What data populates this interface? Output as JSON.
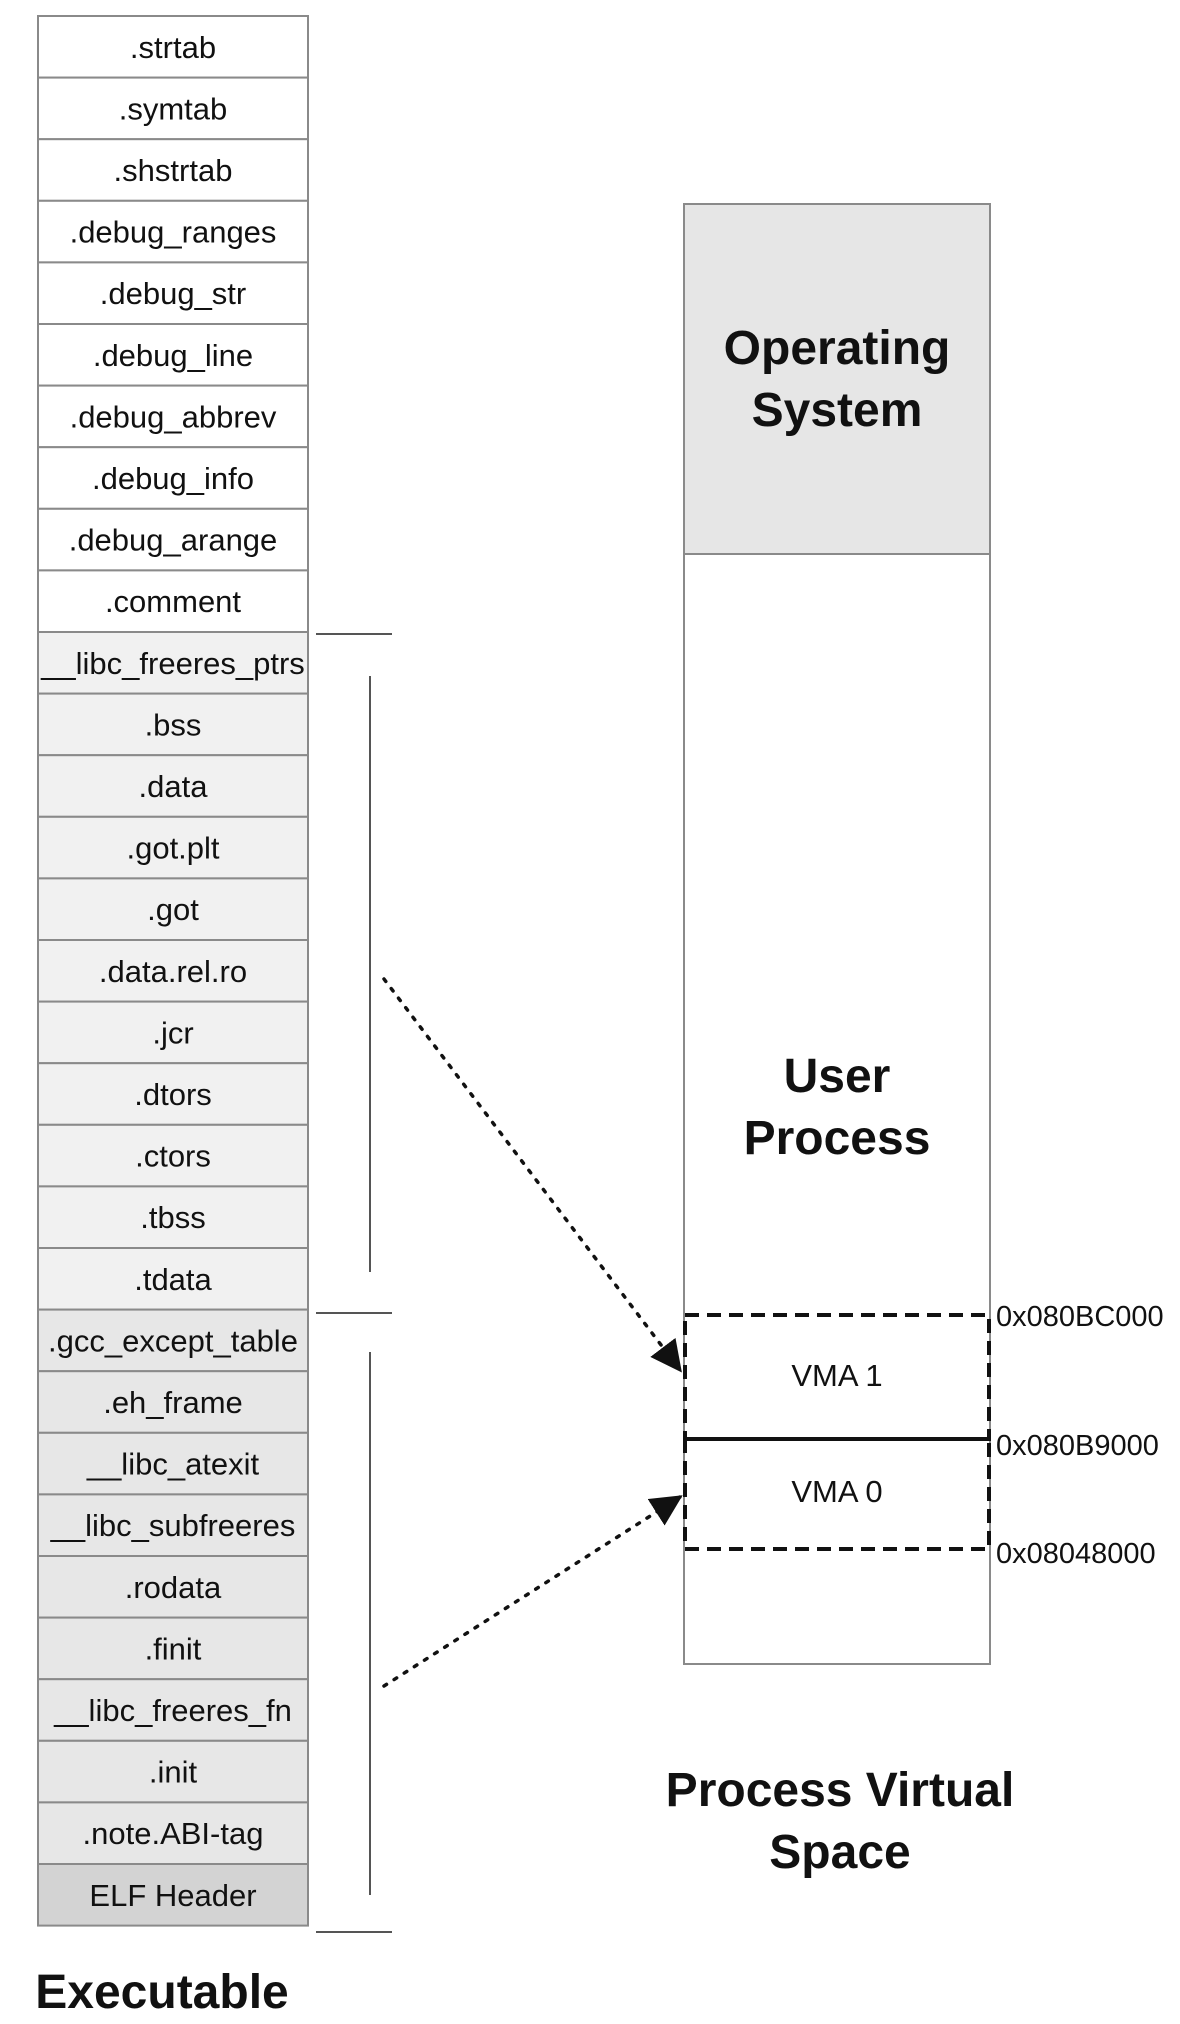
{
  "executable": {
    "label": "Executable",
    "sections": [
      {
        "name": ".strtab",
        "group": "nonloaded"
      },
      {
        "name": ".symtab",
        "group": "nonloaded"
      },
      {
        "name": ".shstrtab",
        "group": "nonloaded"
      },
      {
        "name": ".debug_ranges",
        "group": "nonloaded"
      },
      {
        "name": ".debug_str",
        "group": "nonloaded"
      },
      {
        "name": ".debug_line",
        "group": "nonloaded"
      },
      {
        "name": ".debug_abbrev",
        "group": "nonloaded"
      },
      {
        "name": ".debug_info",
        "group": "nonloaded"
      },
      {
        "name": ".debug_arange",
        "group": "nonloaded"
      },
      {
        "name": ".comment",
        "group": "nonloaded"
      },
      {
        "name": "__libc_freeres_ptrs",
        "group": "vma1"
      },
      {
        "name": ".bss",
        "group": "vma1"
      },
      {
        "name": ".data",
        "group": "vma1"
      },
      {
        "name": ".got.plt",
        "group": "vma1"
      },
      {
        "name": ".got",
        "group": "vma1"
      },
      {
        "name": ".data.rel.ro",
        "group": "vma1"
      },
      {
        "name": ".jcr",
        "group": "vma1"
      },
      {
        "name": ".dtors",
        "group": "vma1"
      },
      {
        "name": ".ctors",
        "group": "vma1"
      },
      {
        "name": ".tbss",
        "group": "vma1"
      },
      {
        "name": ".tdata",
        "group": "vma1"
      },
      {
        "name": ".gcc_except_table",
        "group": "vma0"
      },
      {
        "name": ".eh_frame",
        "group": "vma0"
      },
      {
        "name": "__libc_atexit",
        "group": "vma0"
      },
      {
        "name": "__libc_subfreeres",
        "group": "vma0"
      },
      {
        "name": ".rodata",
        "group": "vma0"
      },
      {
        "name": ".finit",
        "group": "vma0"
      },
      {
        "name": "__libc_freeres_fn",
        "group": "vma0"
      },
      {
        "name": ".init",
        "group": "vma0"
      },
      {
        "name": ".note.ABI-tag",
        "group": "vma0"
      },
      {
        "name": "ELF Header",
        "group": "header"
      }
    ]
  },
  "process": {
    "label_line1": "Process Virtual",
    "label_line2": "Space",
    "os_line1": "Operating",
    "os_line2": "System",
    "user_line1": "User",
    "user_line2": "Process",
    "vma1_label": "VMA 1",
    "vma0_label": "VMA 0",
    "addr_top": "0x080BC000",
    "addr_mid": "0x080B9000",
    "addr_bottom": "0x08048000"
  },
  "colors": {
    "nonloaded": "#ffffff",
    "vma1": "#f1f1f1",
    "vma0": "#e7e7e7",
    "header": "#d3d3d3",
    "os": "#e6e6e6",
    "border": "#8a8a8a",
    "line": "#222222"
  }
}
